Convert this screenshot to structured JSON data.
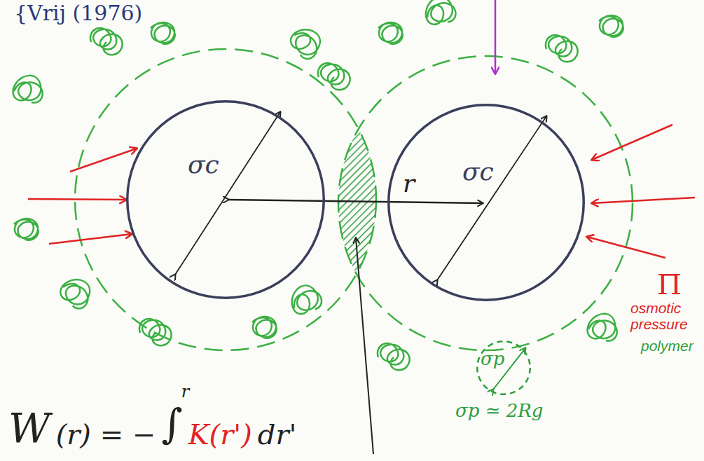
{
  "diagram": {
    "nodes": [
      {
        "text": [
          "σc"
        ]
      },
      {
        "text": [
          "σc"
        ]
      },
      {
        "text": [
          "σp"
        ]
      }
    ],
    "labels": [
      "{Vrij (1976)",
      "r",
      "Π",
      "osmotic pressure",
      "polymer",
      "σp ≃ 2Rg",
      "W",
      "(r) = −",
      "∫",
      "r",
      "K(r')",
      "dr'"
    ]
  }
}
